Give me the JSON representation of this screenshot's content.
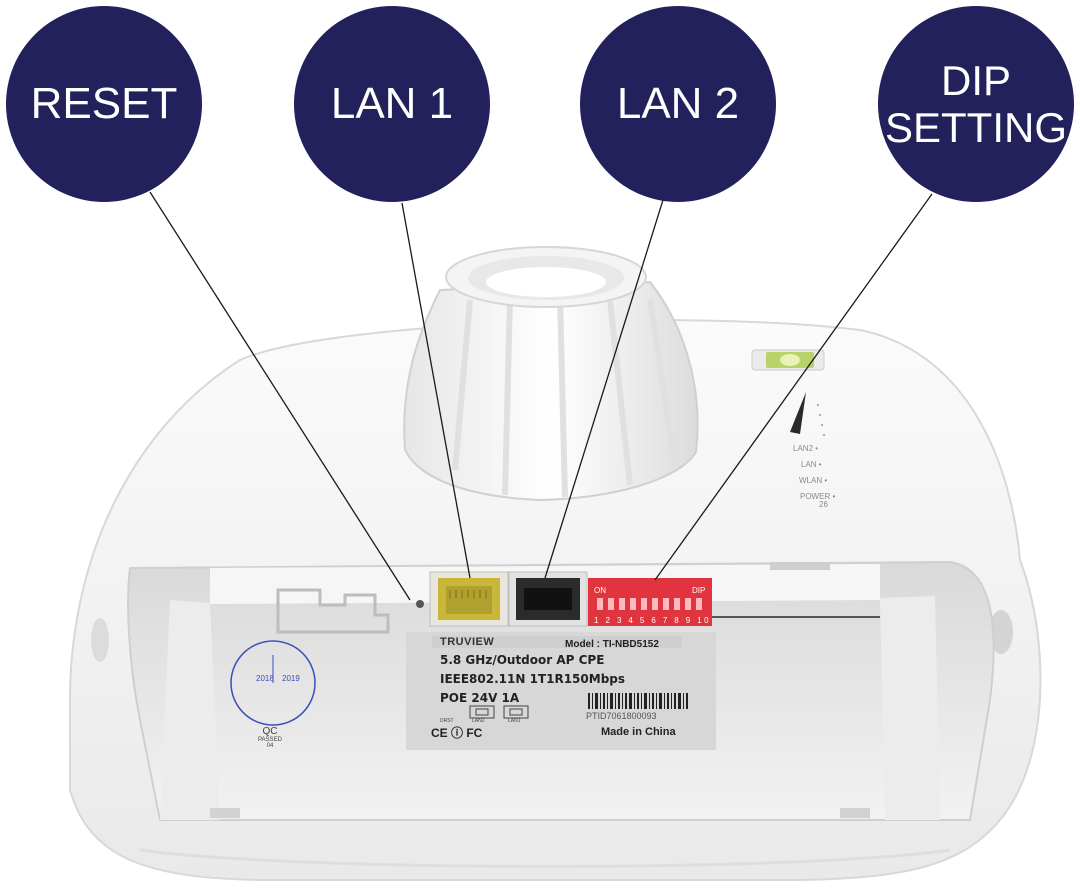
{
  "callouts": {
    "reset": "RESET",
    "lan1": "LAN 1",
    "lan2": "LAN 2",
    "dip_line1": "DIP",
    "dip_line2": "SETTING"
  },
  "label": {
    "brand": "TRUVIEW",
    "model": "Model : TI-NBD5152",
    "spec1": "5.8 GHz/Outdoor AP CPE",
    "spec2": "IEEE802.11N 1T1R150Mbps",
    "spec3": "POE  24V  1A",
    "serial": "PTID7061800093",
    "made_in": "Made in China",
    "certs": "CE ⓘ FC",
    "port1": "DRST",
    "port2": "LAN2",
    "port3": "LAN1"
  },
  "leds": {
    "lan2": "LAN2 •",
    "lan": "LAN •",
    "wlan": "WLAN •",
    "power": "POWER •",
    "power_num": "26"
  },
  "dip": {
    "on": "ON",
    "dip": "DIP",
    "numbers": "1 2 3 4 5 6 7 8 9 10"
  },
  "qc": {
    "text": "QC",
    "passed": "PASSED",
    "num": "04",
    "year1": "2018",
    "year2": "2019"
  },
  "colors": {
    "callout": "#23215c",
    "dip_switch": "#e0343e",
    "lan1_port": "#c9b73a"
  }
}
